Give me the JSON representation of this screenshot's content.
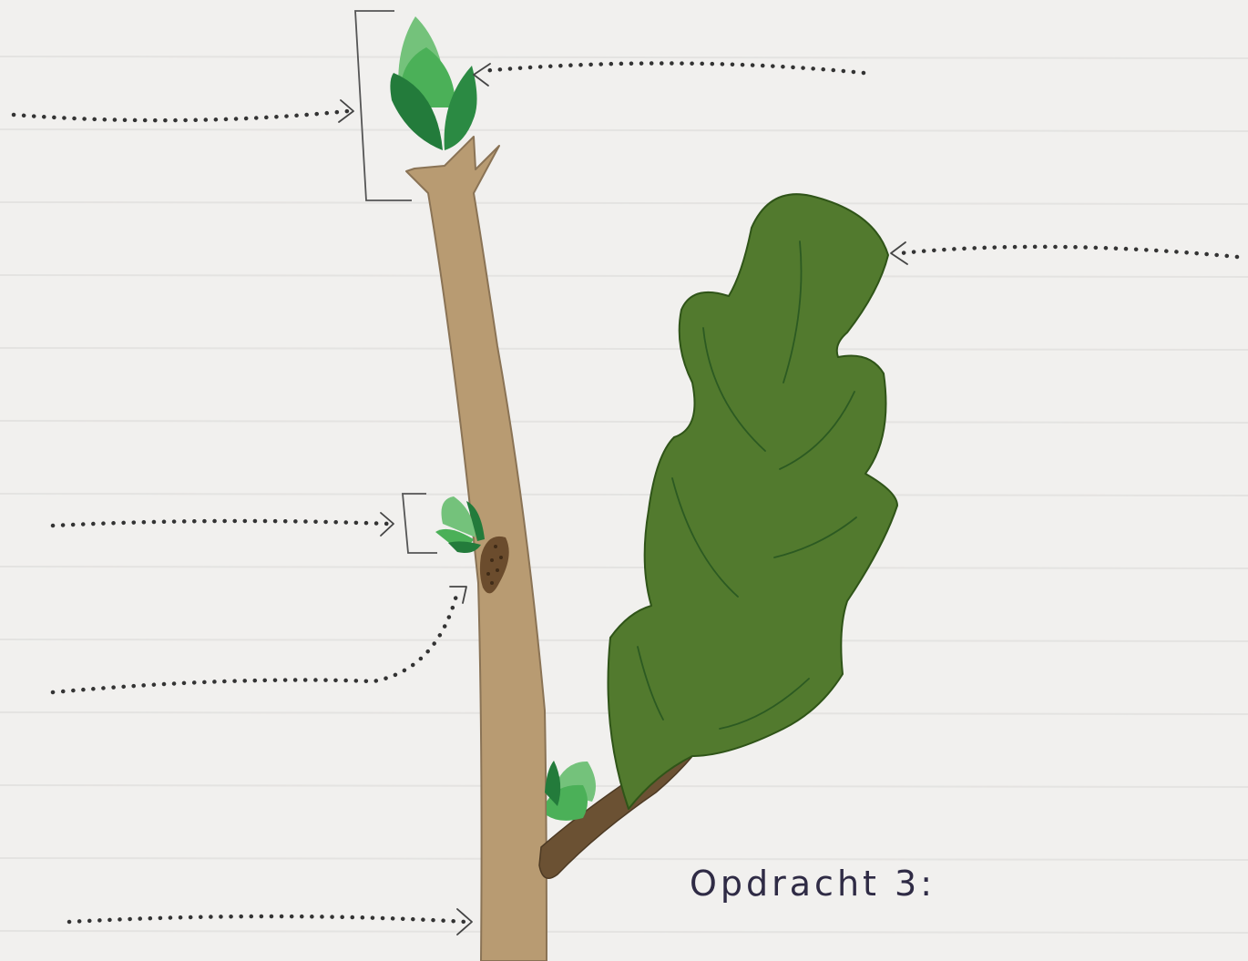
{
  "worksheet": {
    "title": "Opdracht 3:"
  },
  "colors": {
    "paper": "#f1f0ee",
    "ruled_line": "#e4e3e1",
    "stem": "#b89b72",
    "stem_outline": "#8a7355",
    "leaf": "#527a2e",
    "leaf_outline": "#2f5418",
    "leaf_veins": "#2c5a22",
    "petiole": "#6b5133",
    "bud_dark": "#237b3b",
    "bud_mid": "#3fa650",
    "bud_light": "#74c27b",
    "leaf_scar": "#6b4c2d",
    "pointer": "#333333",
    "bracket": "#555555",
    "title_text": "#2f2b45"
  },
  "labels": [
    {
      "id": "terminal-bud",
      "answer": ""
    },
    {
      "id": "bud-scales",
      "answer": ""
    },
    {
      "id": "leaf",
      "answer": ""
    },
    {
      "id": "lateral-bud",
      "answer": ""
    },
    {
      "id": "leaf-scar",
      "answer": ""
    },
    {
      "id": "stem",
      "answer": ""
    }
  ]
}
